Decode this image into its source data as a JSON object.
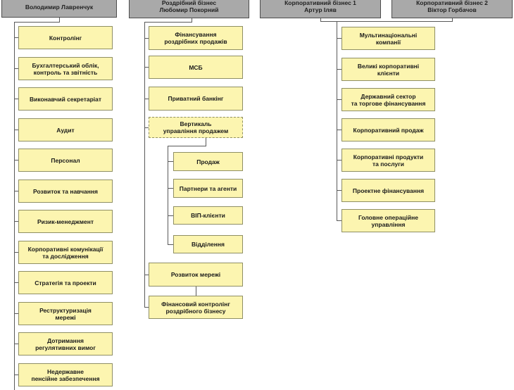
{
  "diagram": {
    "title": "Organizational structure chart (bank departments)",
    "colors": {
      "header_fill": "#a9a9a9",
      "header_border": "#4d4d4d",
      "node_fill": "#fcf5b0",
      "node_border": "#8f8f64",
      "connector_line": "#595959",
      "text": "#1a1a1a",
      "background": "#ffffff"
    },
    "columns": [
      {
        "header": {
          "name": "Володимир Лавренчук"
        },
        "items": [
          "Контролінг",
          "Бухгалтерський облік,\nконтроль та звітність",
          "Виконавчий секретаріат",
          "Аудит",
          "Персонал",
          "Розвиток та навчання",
          "Ризик-менеджмент",
          "Корпоративні комунікації\nта дослідження",
          "Стратегія та проекти",
          "Реструктуризація\nмережі",
          "Дотримання\nрегулятивних вимог",
          "Недержавне\nпенсійне забезпечення"
        ]
      },
      {
        "header": {
          "line1": "Роздрібний бізнес",
          "line2": "Любомир Покорний"
        },
        "items": [
          "Фінансування\nроздрібних продажів",
          "МСБ",
          "Приватний банкінг",
          "Вертикаль\nуправління продажем"
        ],
        "sub_items": [
          "Продаж",
          "Партнери та агенти",
          "ВІП-клієнти",
          "Відділення"
        ],
        "items_tail": [
          "Розвиток мережі",
          "Фінансовий контролінг\nроздрібного бізнесу"
        ]
      },
      {
        "header": {
          "line1": "Корпоративний бізнес 1",
          "line2": "Артур Іляв"
        },
        "items": [
          "Мультинаціональні\nкомпанії",
          "Великі корпоративні\nклієнти",
          "Державний сектор\nта торгове фінансування",
          "Корпоративний продаж",
          "Корпоративні продукти\nта послуги",
          "Проектне фінансування",
          "Головне операційне\nуправління"
        ]
      },
      {
        "header": {
          "line1": "Корпоративний бізнес 2",
          "line2": "Віктор Горбачов"
        }
      }
    ]
  }
}
